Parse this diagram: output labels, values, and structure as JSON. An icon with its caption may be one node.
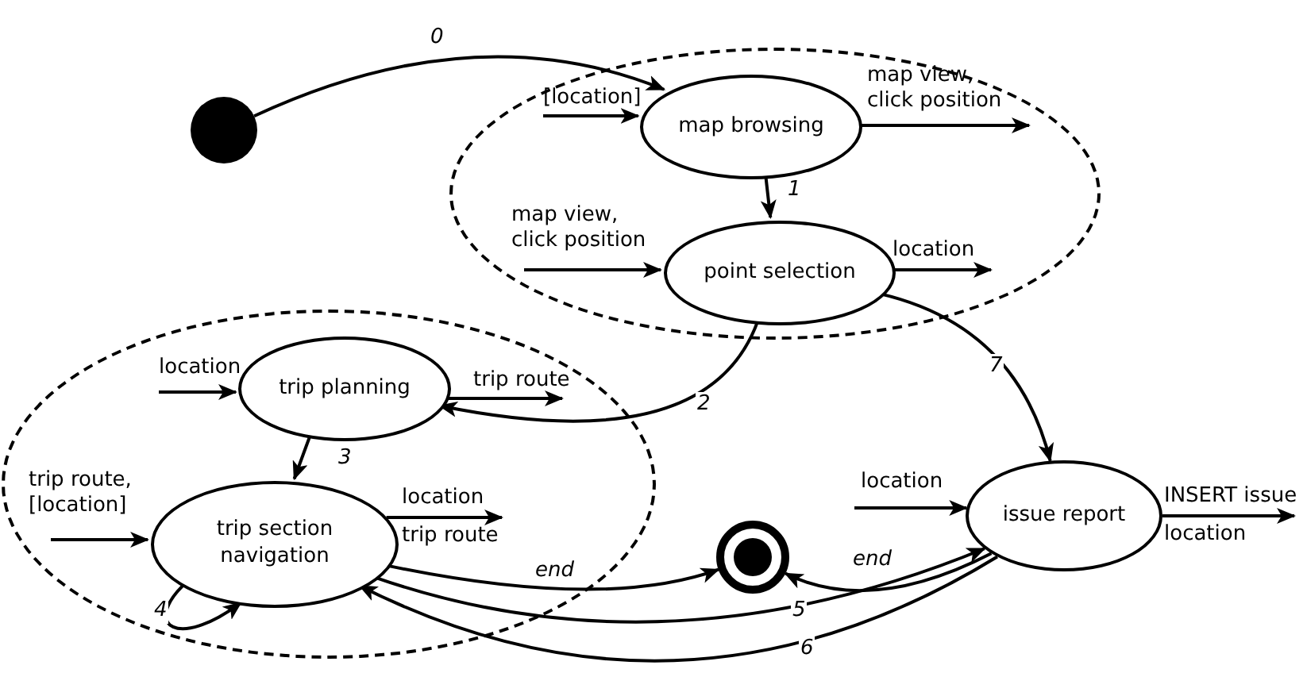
{
  "diagram": {
    "nodes": [
      {
        "text": [],
        "shape": "circle"
      },
      {
        "text": [],
        "shape": "ellipse"
      },
      {
        "text": [
          "map browsing"
        ],
        "in": 1
      },
      {
        "text": [
          "point selection"
        ],
        "in": 1
      },
      {
        "text": [],
        "shape": "ellipse"
      },
      {
        "text": [
          "trip planning"
        ],
        "in": 4
      },
      {
        "text": [
          "trip section navigation"
        ],
        "in": 4
      },
      {
        "text": [],
        "shape": "circle"
      },
      {
        "text": [
          "issue report"
        ]
      }
    ],
    "edges": [
      {
        "from": 0,
        "to": 2,
        "arrow": "to",
        "label": "0"
      },
      {
        "from": null,
        "to": 2,
        "arrow": "to",
        "label": "[location]"
      },
      {
        "from": 2,
        "to": null,
        "arrow": "to",
        "label": "map view, click position"
      },
      {
        "from": 2,
        "to": 3,
        "arrow": "to",
        "label": "1"
      },
      {
        "from": null,
        "to": 3,
        "arrow": "to",
        "label": "map view, click position"
      },
      {
        "from": 3,
        "to": null,
        "arrow": "to",
        "label": "location"
      },
      {
        "from": 3,
        "to": 5,
        "arrow": "to",
        "label": "2"
      },
      {
        "from": 3,
        "to": 8,
        "arrow": "to",
        "label": "7"
      },
      {
        "from": null,
        "to": 5,
        "arrow": "to",
        "label": "location"
      },
      {
        "from": 5,
        "to": null,
        "arrow": "to",
        "label": "trip route"
      },
      {
        "from": 5,
        "to": 6,
        "arrow": "to",
        "label": "3"
      },
      {
        "from": null,
        "to": 6,
        "arrow": "to",
        "label": "trip route, [location]"
      },
      {
        "from": 6,
        "to": null,
        "arrow": "to",
        "label": "location trip route"
      },
      {
        "from": 6,
        "to": 6,
        "arrow": "to",
        "label": "4"
      },
      {
        "from": 6,
        "to": 7,
        "arrow": "to",
        "label": "end"
      },
      {
        "from": 8,
        "to": 7,
        "arrow": "to",
        "label": "end"
      },
      {
        "from": 6,
        "to": 8,
        "arrow": "to",
        "label": "5"
      },
      {
        "from": 8,
        "to": 6,
        "arrow": "to",
        "label": "6"
      },
      {
        "from": null,
        "to": 8,
        "arrow": "to",
        "label": "location"
      },
      {
        "from": 8,
        "to": null,
        "arrow": "to",
        "label": "INSERT issue location"
      }
    ]
  }
}
